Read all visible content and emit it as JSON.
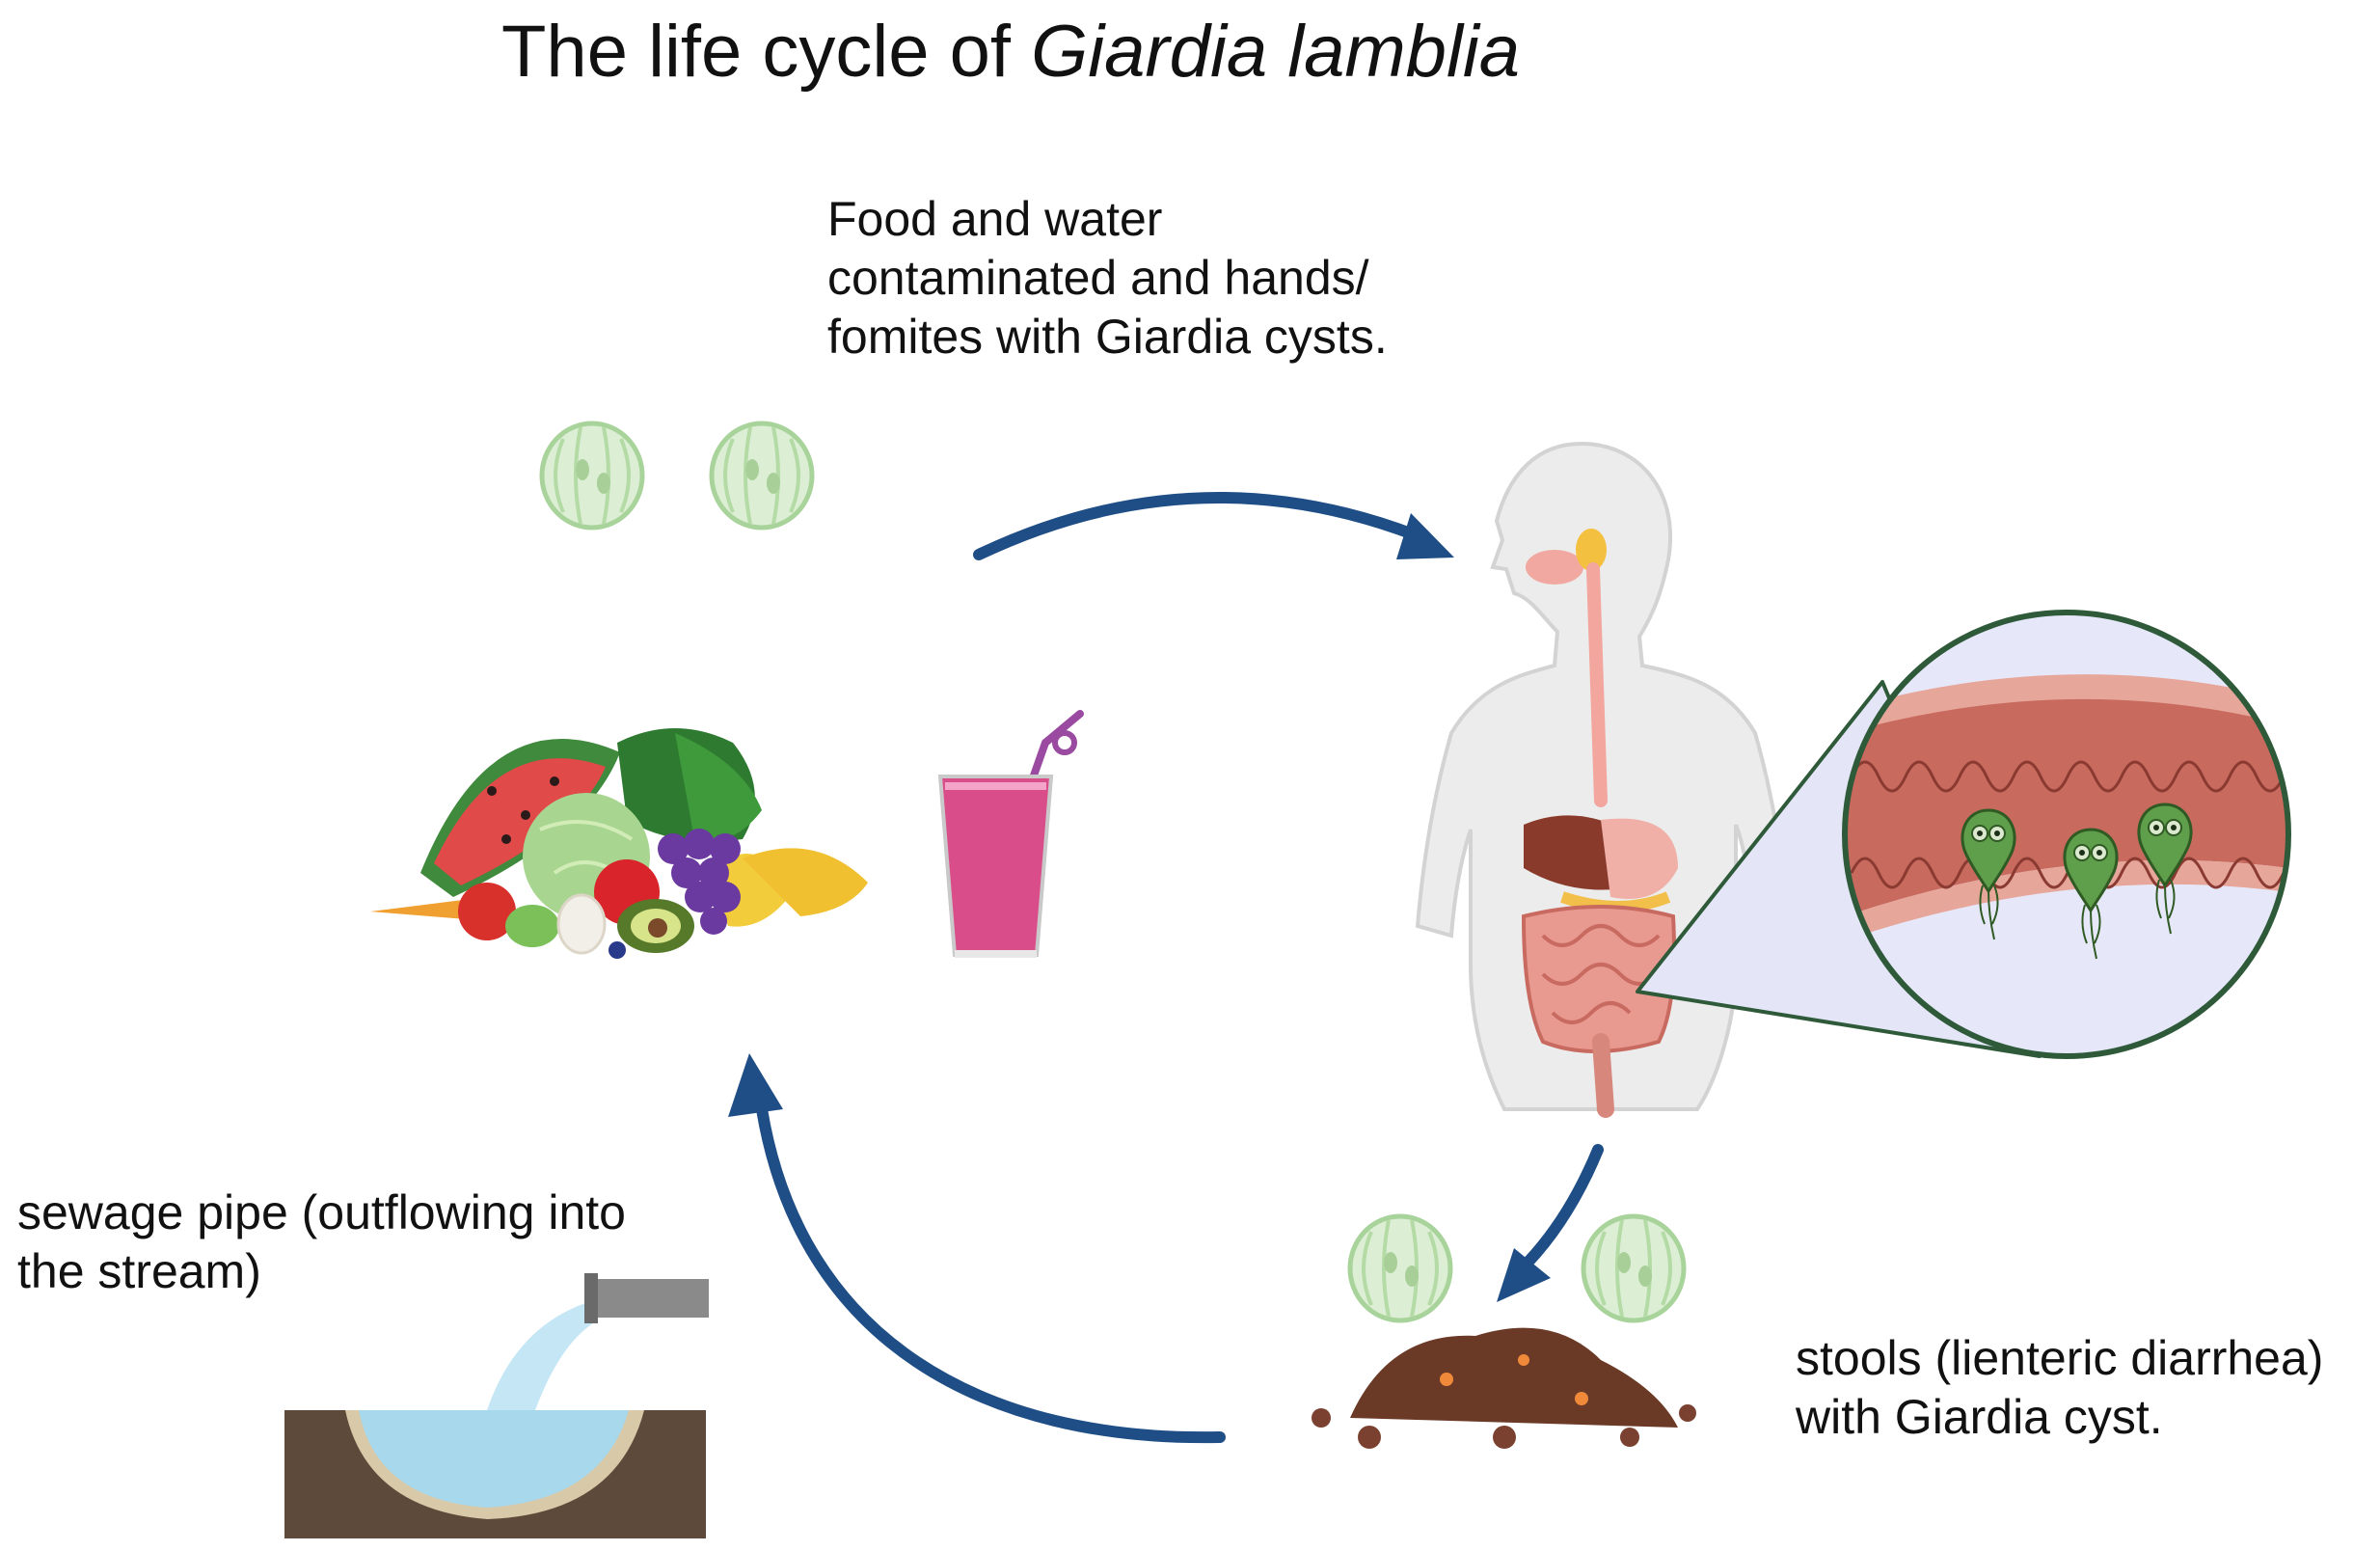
{
  "title": {
    "prefix": "The life cycle of ",
    "species": "Giardia lamblia"
  },
  "labels": {
    "food_water": "Food and water\ncontaminated and hands/\nfomites with Giardia cysts.",
    "sewage": "sewage pipe (outflowing into\nthe stream)",
    "stools": "stools (lienteric diarrhea)\nwith Giardia cyst."
  },
  "colors": {
    "arrow": "#1f4e86",
    "cyst_fill": "#dcefd4",
    "cyst_stroke": "#a8d39a",
    "intestine": "#e89a90",
    "body": "#ececec",
    "stool": "#6b3a26",
    "water": "#a8d8ec",
    "soil": "#5e4a3a",
    "trophozoite": "#4e8a3c"
  },
  "icons": [
    "giardia-cyst-icon",
    "fruits-vegetables-icon",
    "smoothie-glass-icon",
    "human-body-digestive-icon",
    "intestine-magnified-icon",
    "stool-pile-icon",
    "sewage-pipe-icon"
  ]
}
